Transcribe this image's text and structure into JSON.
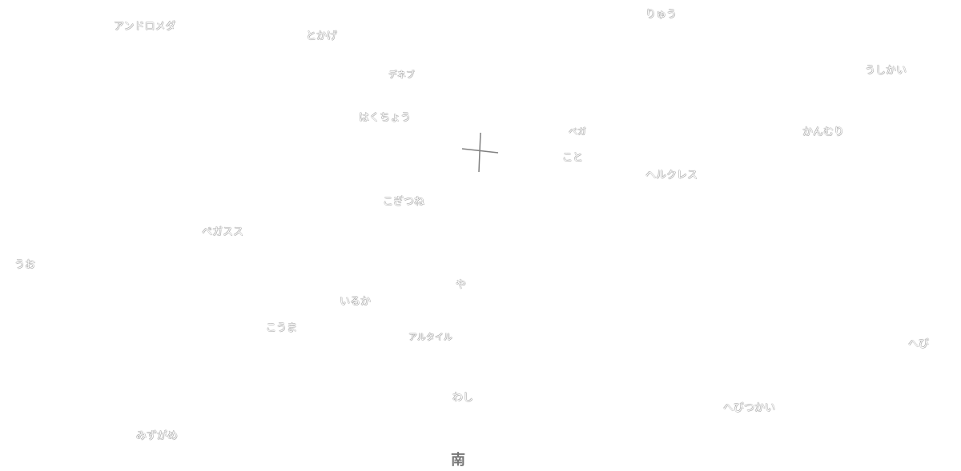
{
  "constellations": {
    "andromeda": "アンドロメダ",
    "lacerta": "とかげ",
    "deneb": "デネブ",
    "cygnus": "はくちょう",
    "vulpecula": "こぎつね",
    "pegasus": "ペガスス",
    "draco": "りゅう",
    "bootes": "うしかい",
    "corona": "かんむり",
    "vega": "ベガ",
    "lyra": "こと",
    "hercules": "ヘルクレス",
    "pisces": "うお",
    "sagitta": "や",
    "delphinus": "いるか",
    "equuleus": "こうま",
    "altair": "アルタイル",
    "aquila": "わし",
    "aquarius": "みずがめ",
    "serpens": "へび",
    "ophiuchus": "へびつかい"
  },
  "direction": {
    "south": "南"
  }
}
